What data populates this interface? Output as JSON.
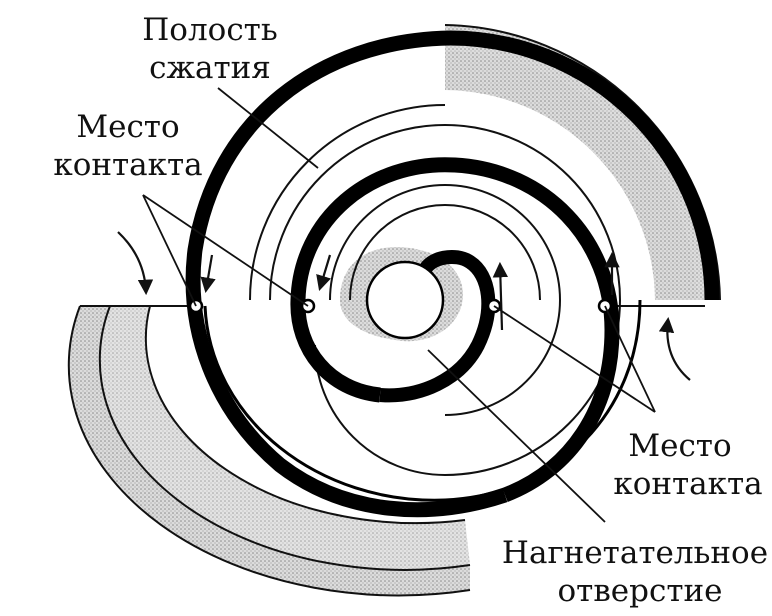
{
  "labels": {
    "cavity_line1": "Полость",
    "cavity_line2": "сжатия",
    "contact_left_line1": "Место",
    "contact_left_line2": "контакта",
    "contact_right_line1": "Место",
    "contact_right_line2": "контакта",
    "outlet_line1": "Нагнетательное",
    "outlet_line2": "отверстие"
  },
  "colors": {
    "ink": "#111111",
    "fill": "#cfcfcf",
    "background": "#ffffff"
  }
}
